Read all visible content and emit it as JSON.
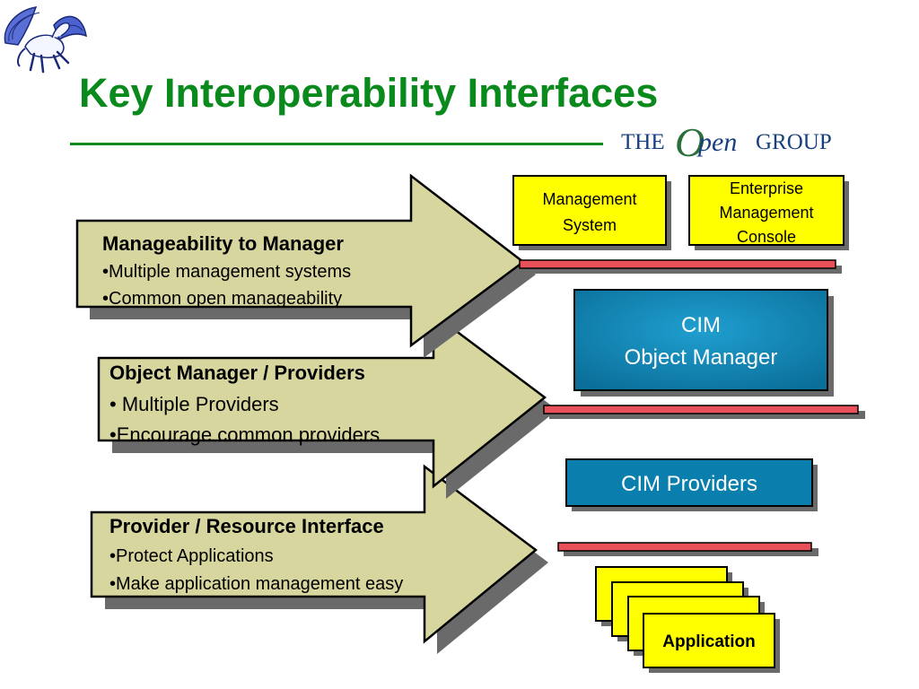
{
  "title": "Key Interoperability Interfaces",
  "logo": {
    "the": "THE",
    "o": "O",
    "pen": "pen",
    "group": "GROUP"
  },
  "arrows": [
    {
      "heading": "Manageability to Manager",
      "bullets": [
        "•Multiple management systems",
        "•Common open manageability"
      ]
    },
    {
      "heading": "Object Manager / Providers",
      "bullets": [
        "• Multiple Providers",
        "•Encourage common providers"
      ]
    },
    {
      "heading": "Provider / Resource Interface",
      "bullets": [
        "•Protect Applications",
        "•Make application management easy"
      ]
    }
  ],
  "boxes": {
    "management_system": [
      "Management",
      "System"
    ],
    "enterprise_console": [
      "Enterprise",
      "Management",
      "Console"
    ],
    "cim_object_manager": [
      "CIM",
      "Object Manager"
    ],
    "cim_providers": "CIM Providers",
    "application": "Application"
  },
  "colors": {
    "title_green": "#0a8a1c",
    "arrow_fill": "#d7d69e",
    "yellow_box": "#ffff00",
    "teal_box": "#0a7fae",
    "interface_bar": "#e8505a",
    "logo_blue": "#17407e"
  },
  "icons": {
    "mascot": "winged-horse-icon"
  }
}
